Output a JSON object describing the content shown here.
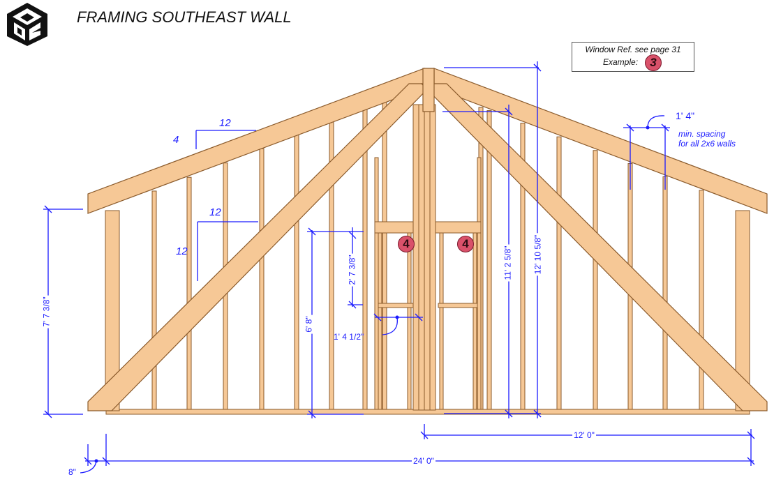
{
  "title": "FRAMING SOUTHEAST WALL",
  "reference": {
    "line1": "Window Ref. see page 31",
    "line2": "Example:",
    "example_badge": "3"
  },
  "window_badges": [
    "4",
    "4"
  ],
  "slopes": [
    {
      "rise": "4",
      "run": "12"
    },
    {
      "rise": "12",
      "run": "12"
    }
  ],
  "dimensions": {
    "stud_spacing": "1' 4\"",
    "window_width": "1' 4 1/2\"",
    "window_height": "2' 7 3/8\"",
    "header_height": "6' 8\"",
    "wall_height_left": "7' 7 3/8\"",
    "height_mid": "11' 2 5/8\"",
    "height_total": "12' 10 5/8\"",
    "half_width": "12' 0\"",
    "full_width": "24' 0\"",
    "offset": "8\""
  },
  "notes": {
    "spacing_line1": "min. spacing",
    "spacing_line2": "for all 2x6 walls"
  },
  "colors": {
    "lumber": "#f6c896",
    "lumber_edge": "#8a5a2b",
    "dimension": "#1a1aff",
    "badge": "#d9516a"
  }
}
